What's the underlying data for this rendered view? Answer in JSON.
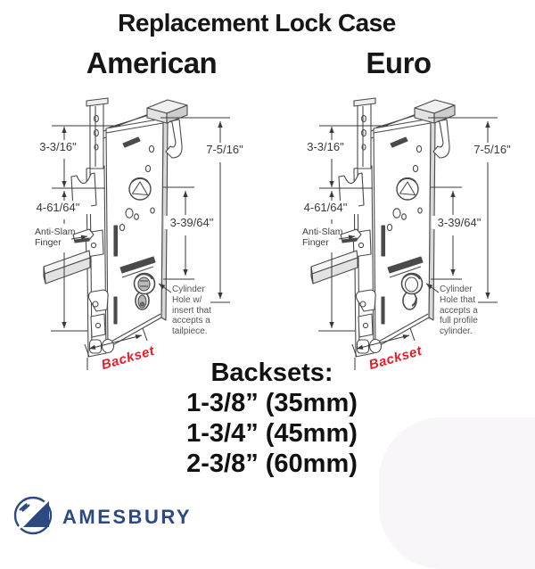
{
  "title": "Replacement Lock Case",
  "diagrams": {
    "american": {
      "heading": "American",
      "dim_upper_left": "3-3/16\"",
      "dim_lower_left": "4-61/64\"",
      "dim_right": "7-5/16\"",
      "dim_mid_right": "3-39/64\"",
      "anti_slam_label": "Anti-Slam Finger",
      "cylinder_note": "Cylinder Hole w/ insert that accepts a tailpiece.",
      "backset_label": "Backset"
    },
    "euro": {
      "heading": "Euro",
      "dim_upper_left": "3-3/16\"",
      "dim_lower_left": "4-61/64\"",
      "dim_right": "7-5/16\"",
      "dim_mid_right": "3-39/64\"",
      "anti_slam_label": "Anti-Slam Finger",
      "cylinder_note": "Cylinder Hole that accepts a full profile cylinder.",
      "backset_label": "Backset"
    }
  },
  "backsets": {
    "heading": "Backsets:",
    "sizes": [
      "1-3/8” (35mm)",
      "1-3/4” (45mm)",
      "2-3/8” (60mm)"
    ]
  },
  "logo": {
    "text": "AMESBURY"
  },
  "colors": {
    "backset_red": "#e81c24",
    "logo_navy": "#2d4a80",
    "line_gray": "#4a4a4a",
    "dimension_gray": "#3a3a3a"
  }
}
